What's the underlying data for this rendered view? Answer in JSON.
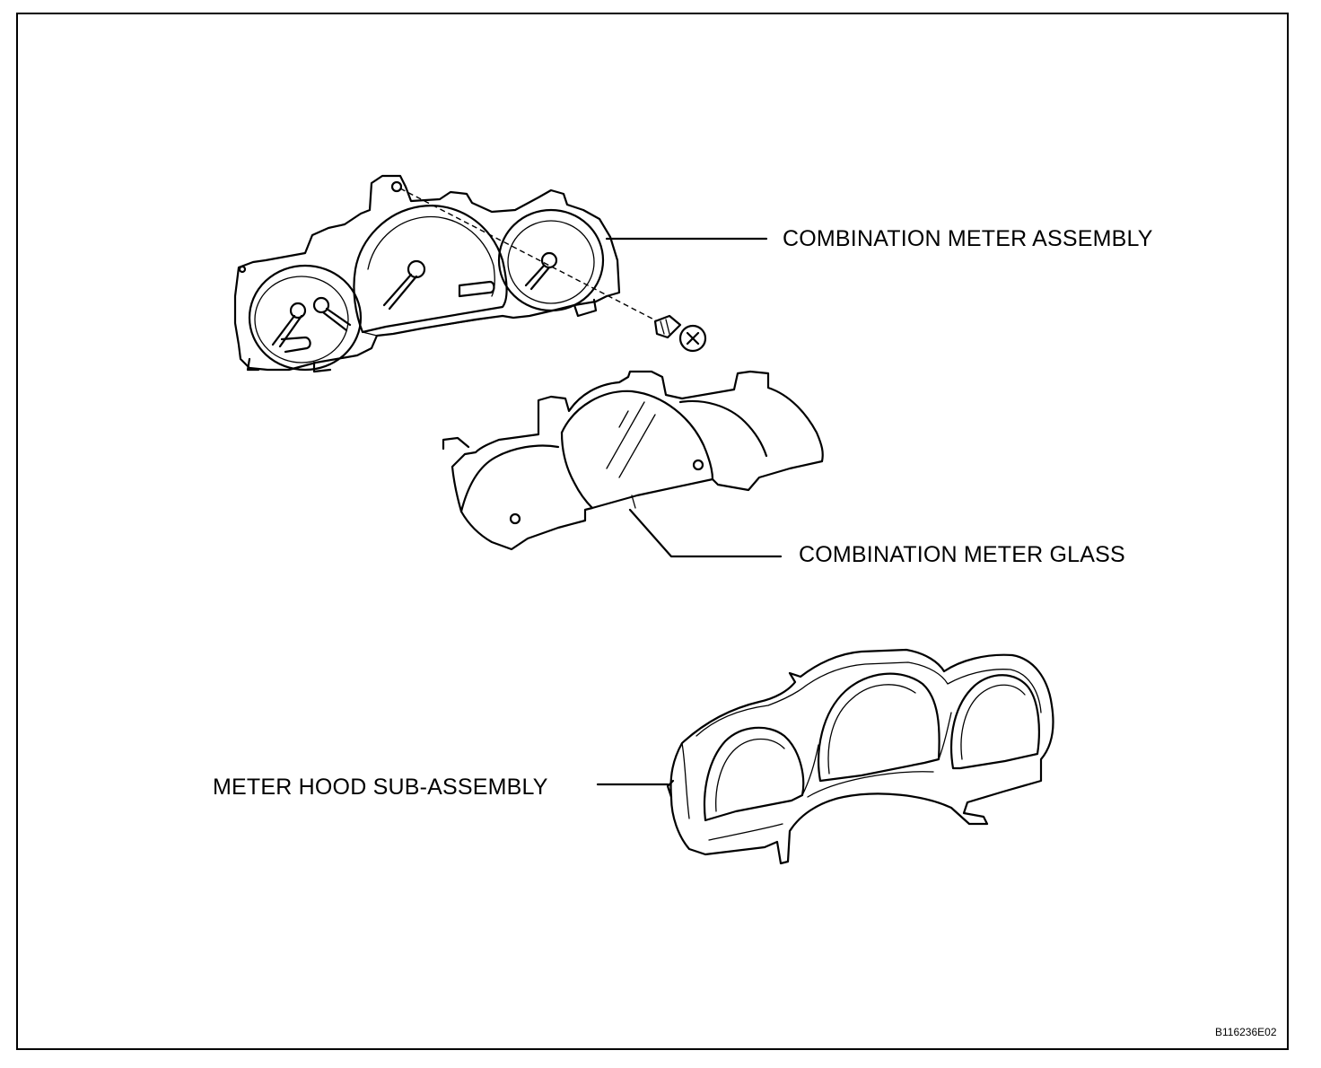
{
  "callouts": {
    "combination_meter_assembly": "COMBINATION METER ASSEMBLY",
    "combination_meter_glass": "COMBINATION METER GLASS",
    "meter_hood_sub_assembly": "METER HOOD SUB-ASSEMBLY"
  },
  "figure_code": "B116236E02",
  "parts": {
    "combination_meter_assembly": "speedometer-cluster-drawing",
    "screw": "screw-icon",
    "combination_meter_glass": "meter-glass-drawing",
    "meter_hood_sub_assembly": "meter-hood-drawing"
  }
}
